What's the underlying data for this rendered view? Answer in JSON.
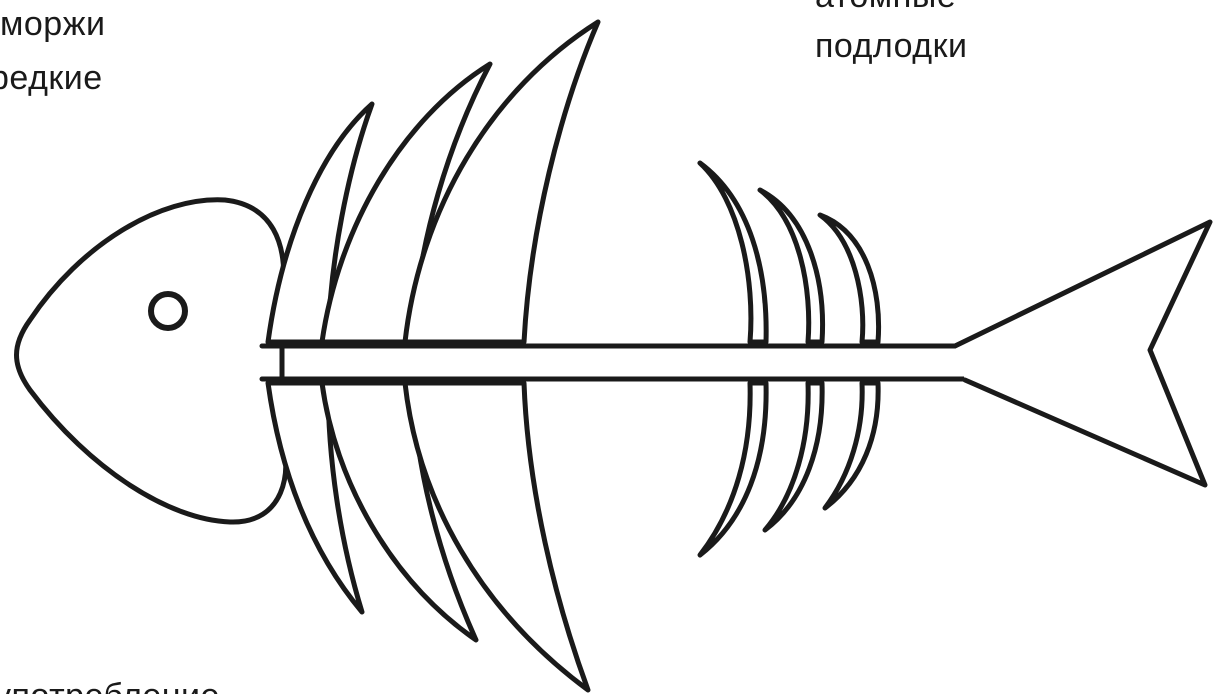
{
  "labels": {
    "top_left_line1": "моржи",
    "top_left_line2": "редкие",
    "top_right_line1": "атомные",
    "top_right_line2": "подлодки",
    "bottom_left_line1": "употребление"
  },
  "colors": {
    "stroke": "#1a1a1a",
    "background": "#ffffff"
  },
  "diagram": {
    "type": "fishbone",
    "subject": "fish-skeleton"
  }
}
